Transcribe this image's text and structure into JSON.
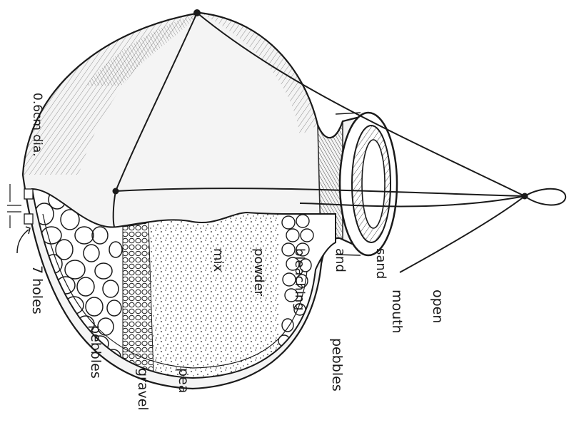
{
  "labels": {
    "diameter": "0.6cm dia.",
    "holes": "7 holes",
    "pebbles_left": "pebbles",
    "pea_gravel_1": "pea",
    "pea_gravel_2": "gravel",
    "mix_1": "sand",
    "mix_2": "and",
    "mix_3": "bleaching",
    "mix_4": "powder",
    "mix_5": "mix",
    "pebbles_right": "pebbles",
    "open_mouth_1": "open",
    "open_mouth_2": "mouth"
  },
  "colors": {
    "ink": "#1a1a1a",
    "background": "#ffffff",
    "pot_tint": "#f4f4f4"
  }
}
